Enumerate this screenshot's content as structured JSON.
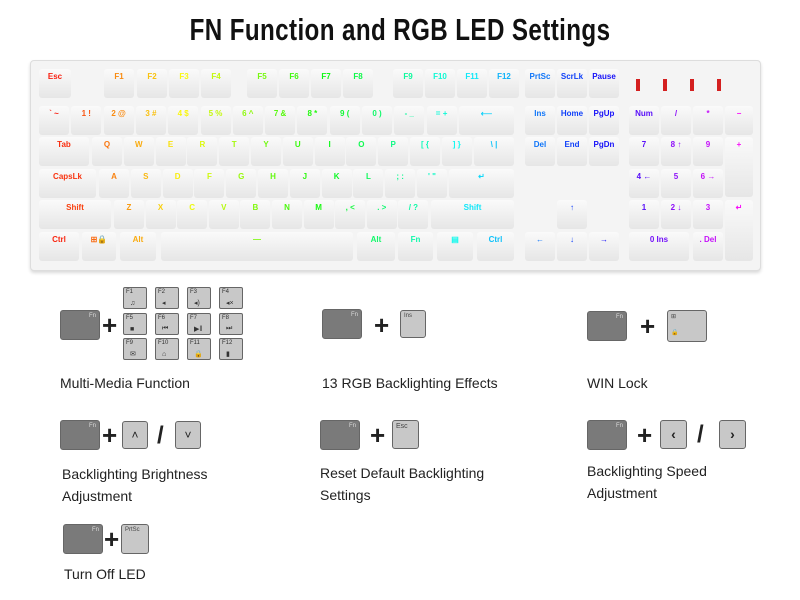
{
  "title": "FN Function and RGB LED Settings",
  "keyboard": {
    "f_row": [
      "Esc",
      "F1",
      "F2",
      "F3",
      "F4",
      "F5",
      "F6",
      "F7",
      "F8",
      "F9",
      "F10",
      "F11",
      "F12",
      "PrtSc",
      "ScrLk",
      "Pause"
    ],
    "number_row": [
      "` ~",
      "1 !",
      "2 @",
      "3 #",
      "4 $",
      "5 %",
      "6 ^",
      "7 &",
      "8 *",
      "9 (",
      "0 )",
      "- _",
      "= +",
      "⟵",
      "Ins",
      "Home",
      "PgUp",
      "Num",
      "/",
      "*",
      "−"
    ],
    "tab_row": [
      "Tab",
      "Q",
      "W",
      "E",
      "R",
      "T",
      "Y",
      "U",
      "I",
      "O",
      "P",
      "[ {",
      "] }",
      "\\ |",
      "Del",
      "End",
      "PgDn",
      "7",
      "8 ↑",
      "9",
      "+"
    ],
    "caps_row": [
      "CapsLk",
      "A",
      "S",
      "D",
      "F",
      "G",
      "H",
      "J",
      "K",
      "L",
      "; :",
      "' \"",
      "↵",
      "4 ←",
      "5",
      "6 →"
    ],
    "shift_row": [
      "Shift",
      "Z",
      "X",
      "C",
      "V",
      "B",
      "N",
      "M",
      ", <",
      ". >",
      "/ ?",
      "Shift",
      "↑",
      "1",
      "2 ↓",
      "3",
      "↵"
    ],
    "ctrl_row": [
      "Ctrl",
      "⊞🔒",
      "Alt",
      "—",
      "Alt",
      "Fn",
      "▤",
      "Ctrl",
      "←",
      "↓",
      "→",
      "0 Ins",
      ". Del"
    ],
    "indicator_color": "#d42020"
  },
  "legend": {
    "fn_label": "Fn",
    "plus": "+",
    "slash": "/",
    "media": {
      "keys": [
        {
          "label": "F1",
          "icon": "♫"
        },
        {
          "label": "F2",
          "icon": "◂"
        },
        {
          "label": "F3",
          "icon": "◂)"
        },
        {
          "label": "F4",
          "icon": "◂×"
        },
        {
          "label": "F5",
          "icon": "■"
        },
        {
          "label": "F6",
          "icon": "⏮"
        },
        {
          "label": "F7",
          "icon": "▶‖"
        },
        {
          "label": "F8",
          "icon": "⏭"
        },
        {
          "label": "F9",
          "icon": "✉"
        },
        {
          "label": "F10",
          "icon": "⌂"
        },
        {
          "label": "F11",
          "icon": "🔒"
        },
        {
          "label": "F12",
          "icon": "▮"
        }
      ],
      "caption": "Multi-Media Function"
    },
    "rgb": {
      "key": "Ins",
      "caption": "13 RGB Backlighting Effects"
    },
    "winlock": {
      "key": "⊞",
      "key2": "🔒",
      "caption": "WIN Lock"
    },
    "brightness": {
      "key_up": "˄",
      "key_down": "˅",
      "caption_1": "Backlighting Brightness",
      "caption_2": "Adjustment"
    },
    "reset": {
      "key": "Esc",
      "caption_1": "Reset Default Backlighting",
      "caption_2": "Settings"
    },
    "speed": {
      "key_left": "‹",
      "key_right": "›",
      "caption_1": "Backlighting Speed",
      "caption_2": "Adjustment"
    },
    "led_off": {
      "key": "PrtSc",
      "caption": "Turn Off LED"
    }
  },
  "colors": {
    "fn_key": "#7a7a7a",
    "light_key": "#c8c8c8"
  }
}
